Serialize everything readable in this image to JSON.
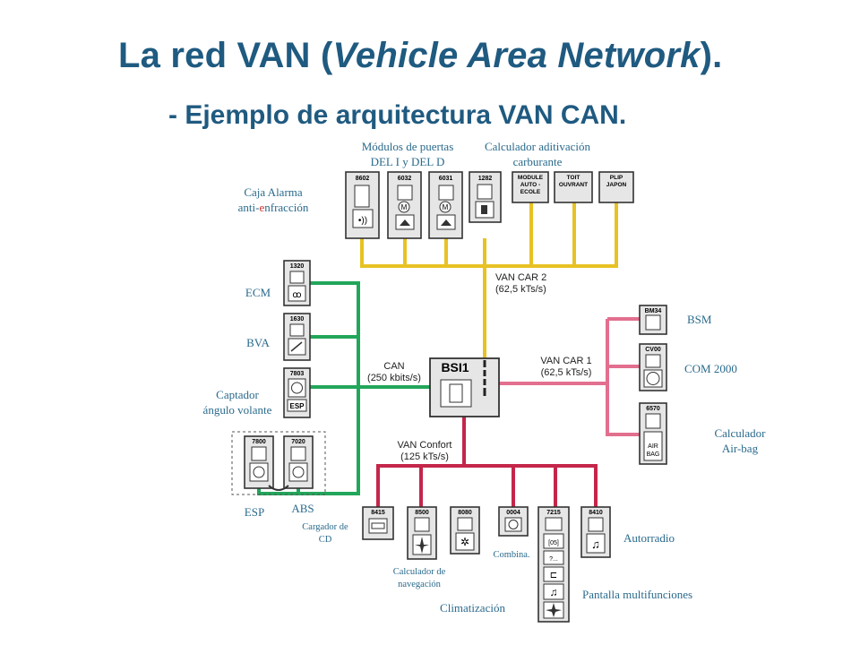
{
  "title": {
    "main": "La red VAN (",
    "italic": "Vehicle Area Network",
    "end": ")."
  },
  "subtitle": "- Ejemplo de arquitectura VAN CAN.",
  "colors": {
    "title": "#1f5a80",
    "label": "#2a6a8c",
    "van_car2": "#e8c224",
    "can": "#22a65a",
    "van_car1": "#e26f8e",
    "van_confort": "#c4264a"
  },
  "buses": {
    "van_car2": [
      "VAN CAR 2",
      "(62,5 kTs/s)"
    ],
    "can": [
      "CAN",
      "(250 kbits/s)"
    ],
    "van_car1": [
      "VAN CAR 1",
      "(62,5 kTs/s)"
    ],
    "van_confort": [
      "VAN Confort",
      "(125 kTs/s)"
    ]
  },
  "bsi": "BSI1",
  "codes": {
    "m8602": "8602",
    "m6032": "6032",
    "m6031": "6031",
    "m1282": "1282",
    "module": [
      "MODULE",
      "AUTO -",
      "ECOLE"
    ],
    "toit": [
      "TOIT",
      "OUVRANT"
    ],
    "plip": [
      "PLIP",
      "JAPON"
    ],
    "m1320": "1320",
    "m1630": "1630",
    "m7803": "7803",
    "m7800": "7800",
    "m7020": "7020",
    "bm34": "BM34",
    "cv00": "CV00",
    "m6570": "6570",
    "m8415": "8415",
    "m8500": "8500",
    "m8080": "8080",
    "m0004": "0004",
    "m7215": "7215",
    "m8410": "8410"
  },
  "labels": {
    "modulos": [
      "Módulos de puertas",
      "DEL I y DEL D"
    ],
    "calculador_aditivacion": [
      "Calculador  aditivación",
      "carburante"
    ],
    "caja_alarma": [
      "Caja Alarma",
      "anti-",
      "e",
      "nfracción"
    ],
    "ecm": "ECM",
    "bva": "BVA",
    "captador": [
      "Captador",
      "ángulo volante"
    ],
    "esp": "ESP",
    "abs": "ABS",
    "bsm": "BSM",
    "com2000": "COM 2000",
    "airbag": [
      "Calculador",
      "Air-bag"
    ],
    "cargador": [
      "Cargador de",
      "CD"
    ],
    "navegacion": [
      "Calculador de",
      "navegación"
    ],
    "combina": "Combina.",
    "climatizacion": "Climatización",
    "autorradio": "Autorradio",
    "pantalla": "Pantalla  multifunciones"
  }
}
